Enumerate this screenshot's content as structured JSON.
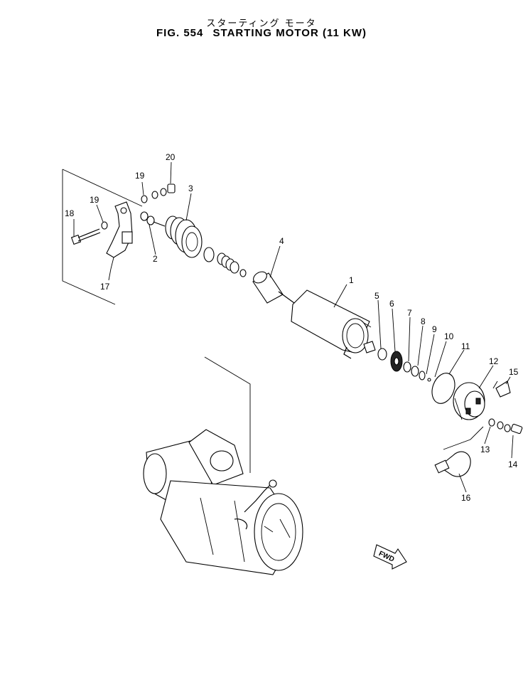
{
  "figure": {
    "title_jp": "スターティング モータ",
    "fig_label": "FIG. 554",
    "title": "STARTING MOTOR (11 KW)"
  },
  "callouts": [
    "1",
    "2",
    "3",
    "4",
    "5",
    "6",
    "7",
    "8",
    "9",
    "10",
    "11",
    "12",
    "13",
    "14",
    "15",
    "16",
    "17",
    "18",
    "19",
    "19",
    "20"
  ],
  "direction_badge": "FWD"
}
